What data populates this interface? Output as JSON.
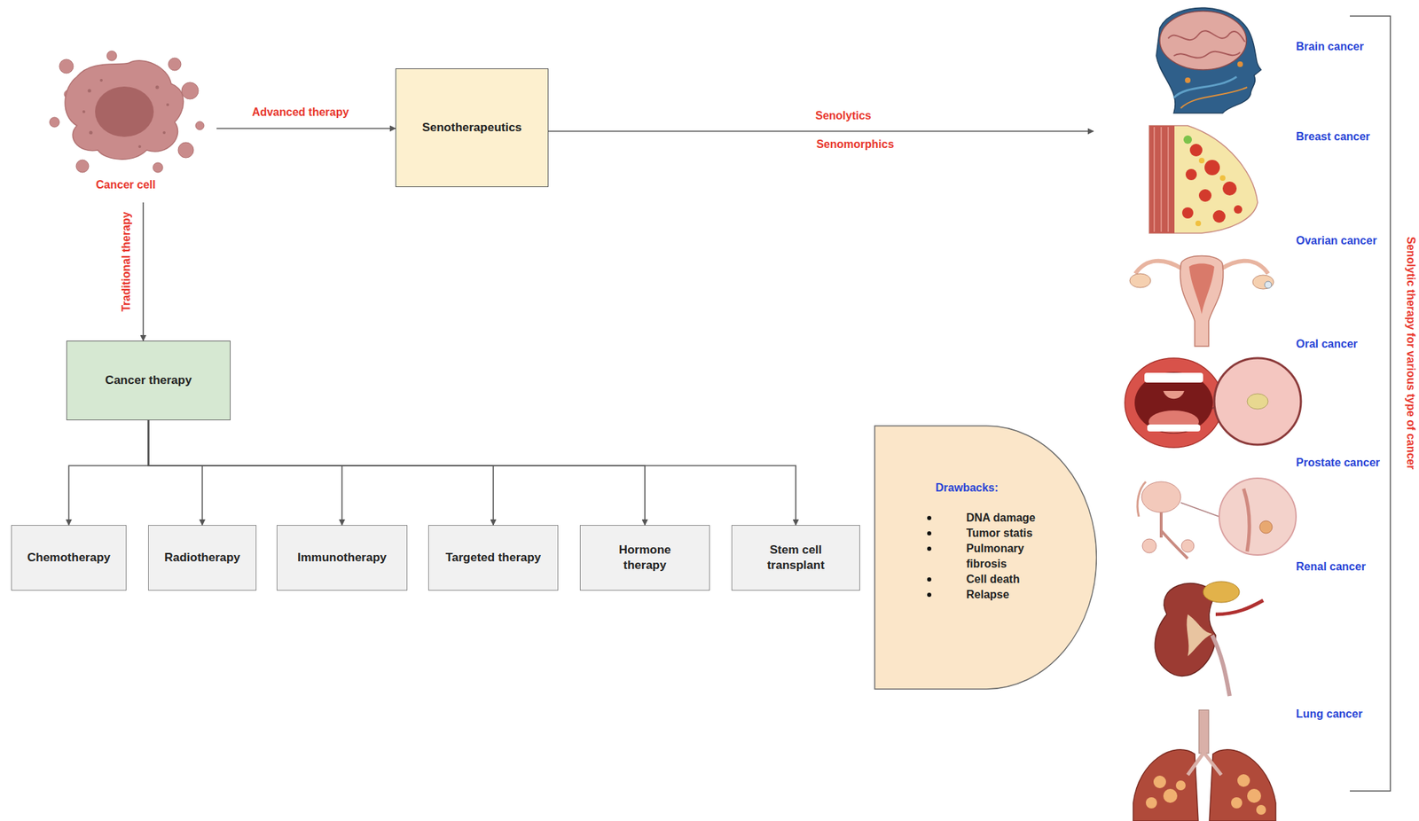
{
  "diagram": {
    "nodes": [
      {
        "text": [
          "Cancer cell"
        ]
      },
      {
        "text": [
          "Senotherapeutics"
        ]
      },
      {
        "text": [
          "Senolytic therapy for various type of cancer"
        ]
      },
      {
        "text": [
          "Brain cancer"
        ],
        "in": 2
      },
      {
        "text": [
          "Breast cancer"
        ],
        "in": 2
      },
      {
        "text": [
          "Ovarian cancer"
        ],
        "in": 2
      },
      {
        "text": [
          "Oral cancer"
        ],
        "in": 2
      },
      {
        "text": [
          "Prostate cancer"
        ],
        "in": 2
      },
      {
        "text": [
          "Renal cancer"
        ],
        "in": 2
      },
      {
        "text": [
          "Lung cancer"
        ],
        "in": 2
      },
      {
        "text": [
          "Cancer therapy"
        ]
      },
      {
        "text": [
          "Chemotherapy"
        ]
      },
      {
        "text": [
          "Radiotherapy"
        ]
      },
      {
        "text": [
          "Immunotherapy"
        ]
      },
      {
        "text": [
          "Targeted therapy"
        ]
      },
      {
        "text": [
          "Hormone therapy"
        ]
      },
      {
        "text": [
          "Stem cell transplant"
        ]
      },
      {
        "text": [
          "Drawbacks:",
          "DNA damage",
          "Tumor statis",
          "Pulmonary fibrosis",
          "Cell death",
          "Relapse"
        ]
      }
    ],
    "edges": [
      {
        "from": 0,
        "to": 1,
        "label": "Advanced therapy",
        "arrow": "to"
      },
      {
        "from": 0,
        "to": 10,
        "label": "Traditional therapy",
        "arrow": "to"
      },
      {
        "from": 1,
        "to": 2,
        "label": "Senolytics",
        "arrow": "to"
      },
      {
        "from": 10,
        "to": 11,
        "arrow": "to"
      },
      {
        "from": 10,
        "to": 12,
        "arrow": "to"
      },
      {
        "from": 10,
        "to": 13,
        "arrow": "to"
      },
      {
        "from": 10,
        "to": 14,
        "arrow": "to"
      },
      {
        "from": 10,
        "to": 15,
        "arrow": "to"
      },
      {
        "from": 10,
        "to": 16,
        "arrow": "to"
      }
    ],
    "labels": [
      "Senomorphics"
    ]
  }
}
